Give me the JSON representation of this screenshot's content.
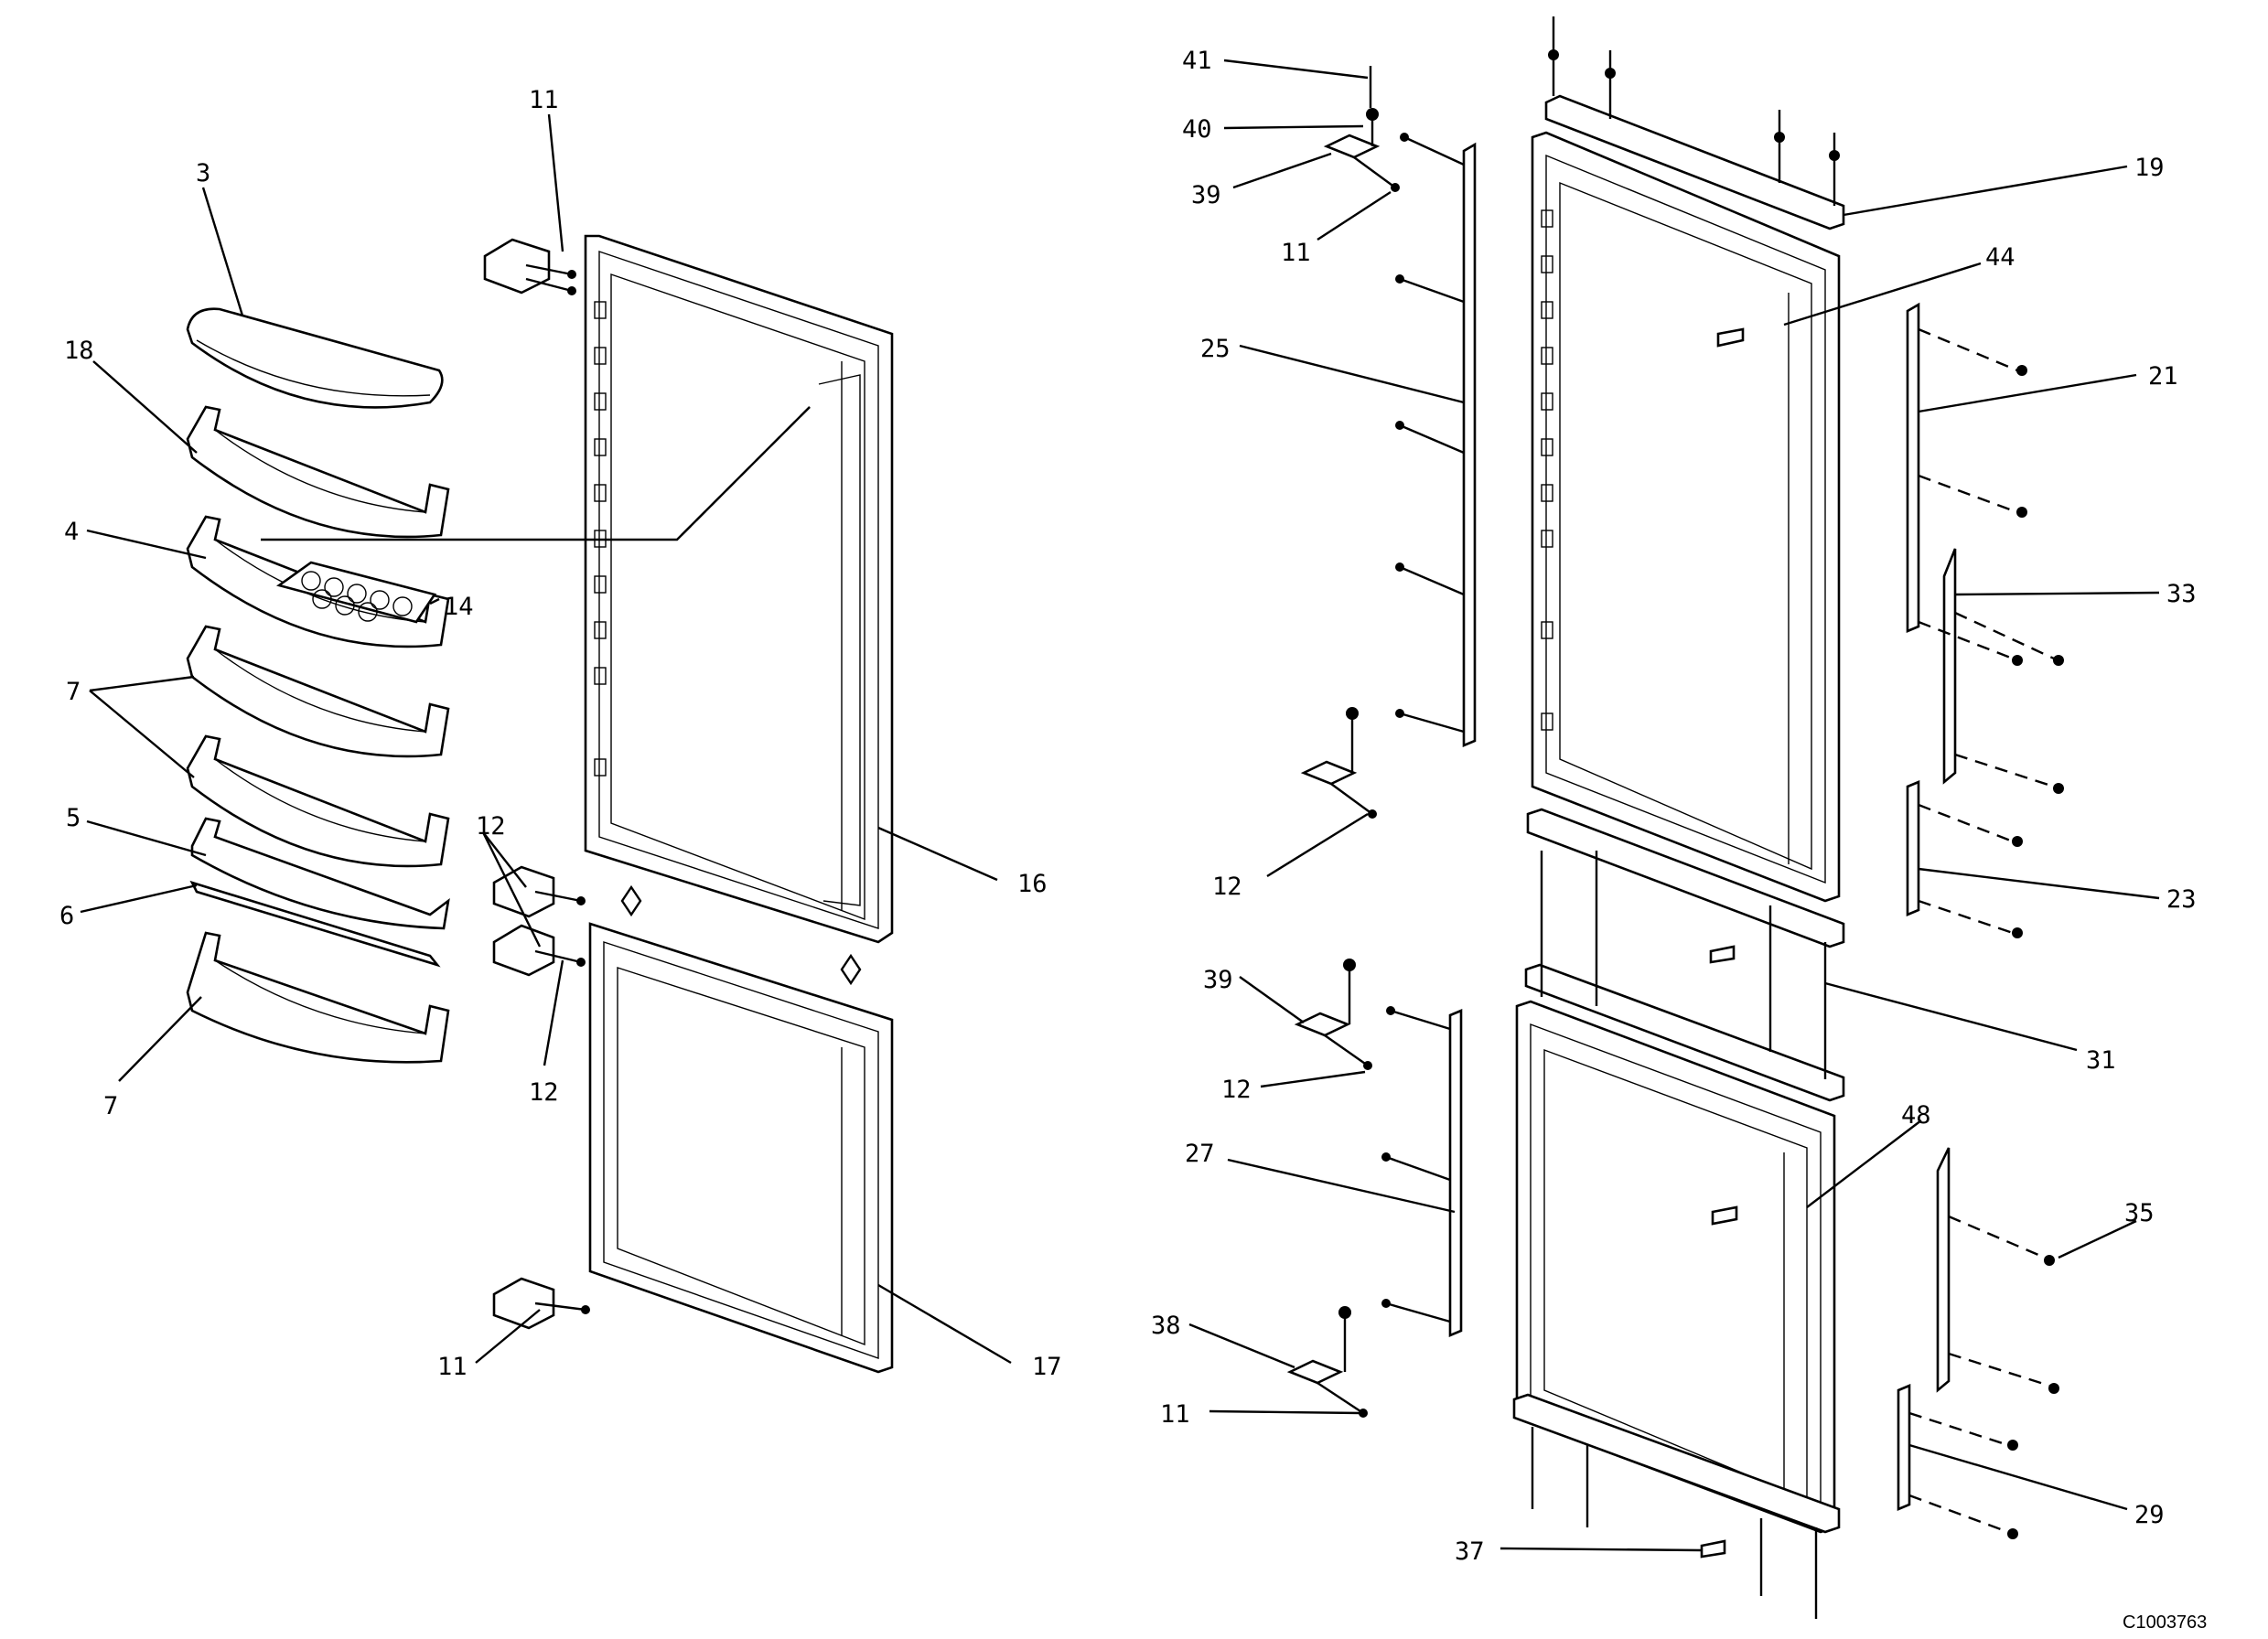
{
  "drawing_code": "C1003763",
  "callouts": [
    {
      "id": "c3",
      "text": "3"
    },
    {
      "id": "c18",
      "text": "18"
    },
    {
      "id": "c4",
      "text": "4"
    },
    {
      "id": "c14",
      "text": "14"
    },
    {
      "id": "c7a",
      "text": "7"
    },
    {
      "id": "c5",
      "text": "5"
    },
    {
      "id": "c6",
      "text": "6"
    },
    {
      "id": "c7b",
      "text": "7"
    },
    {
      "id": "c11a",
      "text": "11"
    },
    {
      "id": "c12a",
      "text": "12"
    },
    {
      "id": "c12b",
      "text": "12"
    },
    {
      "id": "c11b",
      "text": "11"
    },
    {
      "id": "c16",
      "text": "16"
    },
    {
      "id": "c17",
      "text": "17"
    },
    {
      "id": "c41",
      "text": "41"
    },
    {
      "id": "c40",
      "text": "40"
    },
    {
      "id": "c39a",
      "text": "39"
    },
    {
      "id": "c11c",
      "text": "11"
    },
    {
      "id": "c25",
      "text": "25"
    },
    {
      "id": "c12c",
      "text": "12"
    },
    {
      "id": "c39b",
      "text": "39"
    },
    {
      "id": "c12d",
      "text": "12"
    },
    {
      "id": "c27",
      "text": "27"
    },
    {
      "id": "c38",
      "text": "38"
    },
    {
      "id": "c11d",
      "text": "11"
    },
    {
      "id": "c37",
      "text": "37"
    },
    {
      "id": "c19",
      "text": "19"
    },
    {
      "id": "c44",
      "text": "44"
    },
    {
      "id": "c21",
      "text": "21"
    },
    {
      "id": "c33",
      "text": "33"
    },
    {
      "id": "c23",
      "text": "23"
    },
    {
      "id": "c31",
      "text": "31"
    },
    {
      "id": "c48",
      "text": "48"
    },
    {
      "id": "c35",
      "text": "35"
    },
    {
      "id": "c29",
      "text": "29"
    }
  ]
}
